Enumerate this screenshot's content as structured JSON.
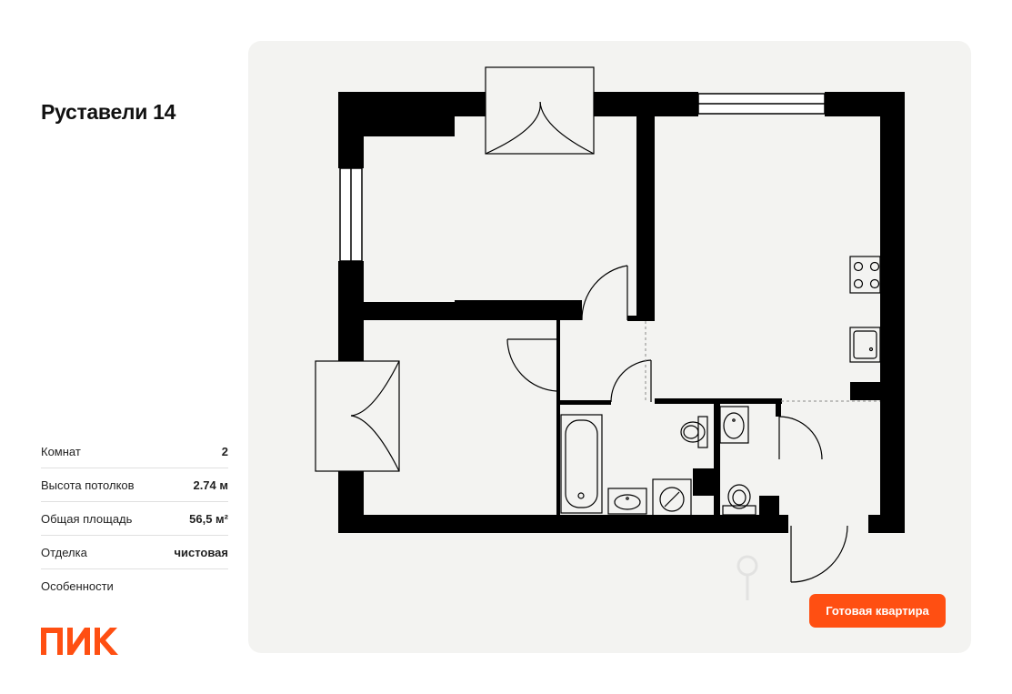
{
  "project": {
    "title": "Руставели 14"
  },
  "specs": [
    {
      "label": "Комнат",
      "value": "2"
    },
    {
      "label": "Высота потолков",
      "value": "2.74 м"
    },
    {
      "label": "Общая площадь",
      "value": "56,5 м²"
    },
    {
      "label": "Отделка",
      "value": "чистовая"
    },
    {
      "label": "Особенности",
      "value": ""
    }
  ],
  "badge": {
    "label": "Готовая квартира"
  },
  "brand": {
    "logo_text": "ПИК",
    "logo_color": "#ff4f12"
  },
  "colors": {
    "panel_bg": "#f3f3f1",
    "wall": "#000000",
    "accent": "#ff4f12"
  }
}
